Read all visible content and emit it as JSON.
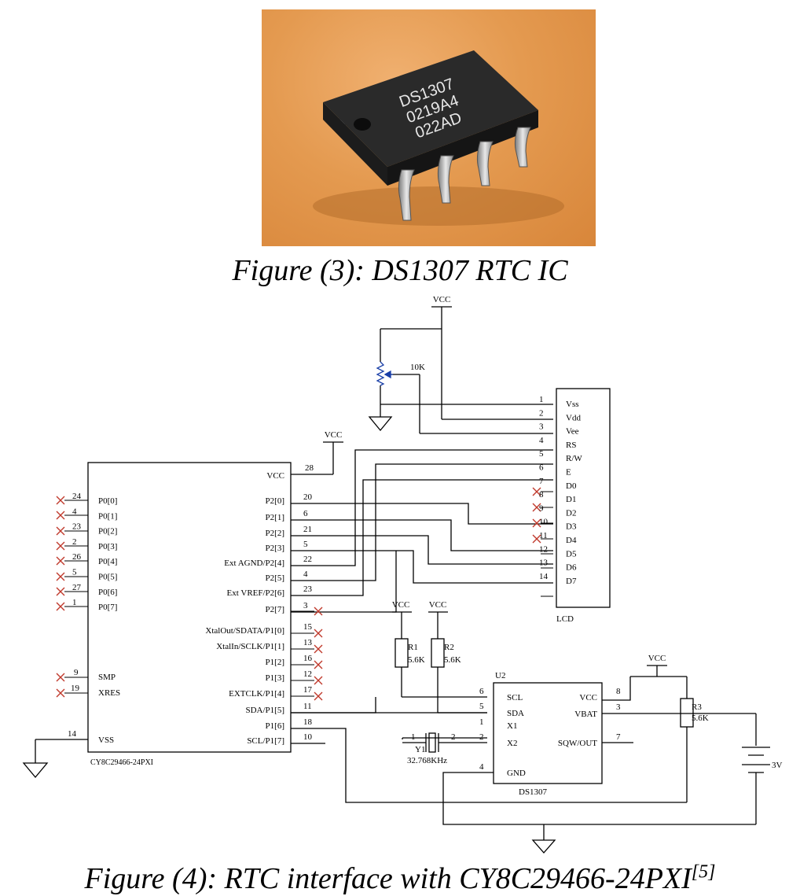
{
  "photo": {
    "chip_marking": [
      "DS1307",
      "0219A4",
      "022AD"
    ]
  },
  "figure3": {
    "caption": "Figure (3): DS1307 RTC IC"
  },
  "figure4": {
    "caption_main": "Figure (4): RTC interface with CY8C29466-24PXI",
    "caption_ref": "[5]"
  },
  "schematic": {
    "vcc_label": "VCC",
    "pot_value": "10K",
    "mcu": {
      "part": "CY8C29466-24PXI",
      "left_pins": [
        {
          "num": "24",
          "name": "P0[0]"
        },
        {
          "num": "4",
          "name": "P0[1]"
        },
        {
          "num": "23",
          "name": "P0[2]"
        },
        {
          "num": "2",
          "name": "P0[3]"
        },
        {
          "num": "26",
          "name": "P0[4]"
        },
        {
          "num": "5",
          "name": "P0[5]"
        },
        {
          "num": "27",
          "name": "P0[6]"
        },
        {
          "num": "1",
          "name": "P0[7]"
        }
      ],
      "smp": {
        "num": "9",
        "name": "SMP"
      },
      "xres": {
        "num": "19",
        "name": "XRES"
      },
      "vss": {
        "num": "14",
        "name": "VSS"
      },
      "vcc": {
        "num": "28",
        "name": "VCC"
      },
      "right_pins": [
        {
          "num": "20",
          "name": "P2[0]"
        },
        {
          "num": "6",
          "name": "P2[1]"
        },
        {
          "num": "21",
          "name": "P2[2]"
        },
        {
          "num": "5",
          "name": "P2[3]"
        },
        {
          "num": "22",
          "name": "Ext AGND/P2[4]"
        },
        {
          "num": "4",
          "name": "P2[5]"
        },
        {
          "num": "23",
          "name": "Ext VREF/P2[6]"
        },
        {
          "num": "3",
          "name": "P2[7]"
        },
        {
          "num": "15",
          "name": "XtalOut/SDATA/P1[0]"
        },
        {
          "num": "13",
          "name": "XtalIn/SCLK/P1[1]"
        },
        {
          "num": "16",
          "name": "P1[2]"
        },
        {
          "num": "12",
          "name": "P1[3]"
        },
        {
          "num": "17",
          "name": "EXTCLK/P1[4]"
        },
        {
          "num": "11",
          "name": "SDA/P1[5]"
        },
        {
          "num": "18",
          "name": "P1[6]"
        },
        {
          "num": "10",
          "name": "SCL/P1[7]"
        }
      ]
    },
    "lcd": {
      "part": "LCD",
      "pins": [
        {
          "num": "1",
          "name": "Vss"
        },
        {
          "num": "2",
          "name": "Vdd"
        },
        {
          "num": "3",
          "name": "Vee"
        },
        {
          "num": "4",
          "name": "RS"
        },
        {
          "num": "5",
          "name": "R/W"
        },
        {
          "num": "6",
          "name": "E"
        },
        {
          "num": "7",
          "name": "D0"
        },
        {
          "num": "8",
          "name": "D1"
        },
        {
          "num": "9",
          "name": "D2"
        },
        {
          "num": "10",
          "name": "D3"
        },
        {
          "num": "11",
          "name": "D4"
        },
        {
          "num": "12",
          "name": "D5"
        },
        {
          "num": "13",
          "name": "D6"
        },
        {
          "num": "14",
          "name": "D7"
        }
      ]
    },
    "r1": {
      "name": "R1",
      "value": "5.6K"
    },
    "r2": {
      "name": "R2",
      "value": "5.6K"
    },
    "r3": {
      "name": "R3",
      "value": "5.6K"
    },
    "rtc": {
      "ref": "U2",
      "part": "DS1307",
      "left_pins": [
        {
          "num": "6",
          "name": "SCL"
        },
        {
          "num": "5",
          "name": "SDA"
        },
        {
          "num": "1",
          "name": "X1"
        },
        {
          "num": "2",
          "name": "X2"
        },
        {
          "num": "4",
          "name": "GND"
        }
      ],
      "right_pins": [
        {
          "num": "8",
          "name": "VCC"
        },
        {
          "num": "3",
          "name": "VBAT"
        },
        {
          "num": "7",
          "name": "SQW/OUT"
        }
      ]
    },
    "crystal": {
      "ref": "Y1",
      "pin1": "1",
      "pin2": "2",
      "value": "32.768KHz"
    },
    "battery": {
      "value": "3V"
    }
  }
}
